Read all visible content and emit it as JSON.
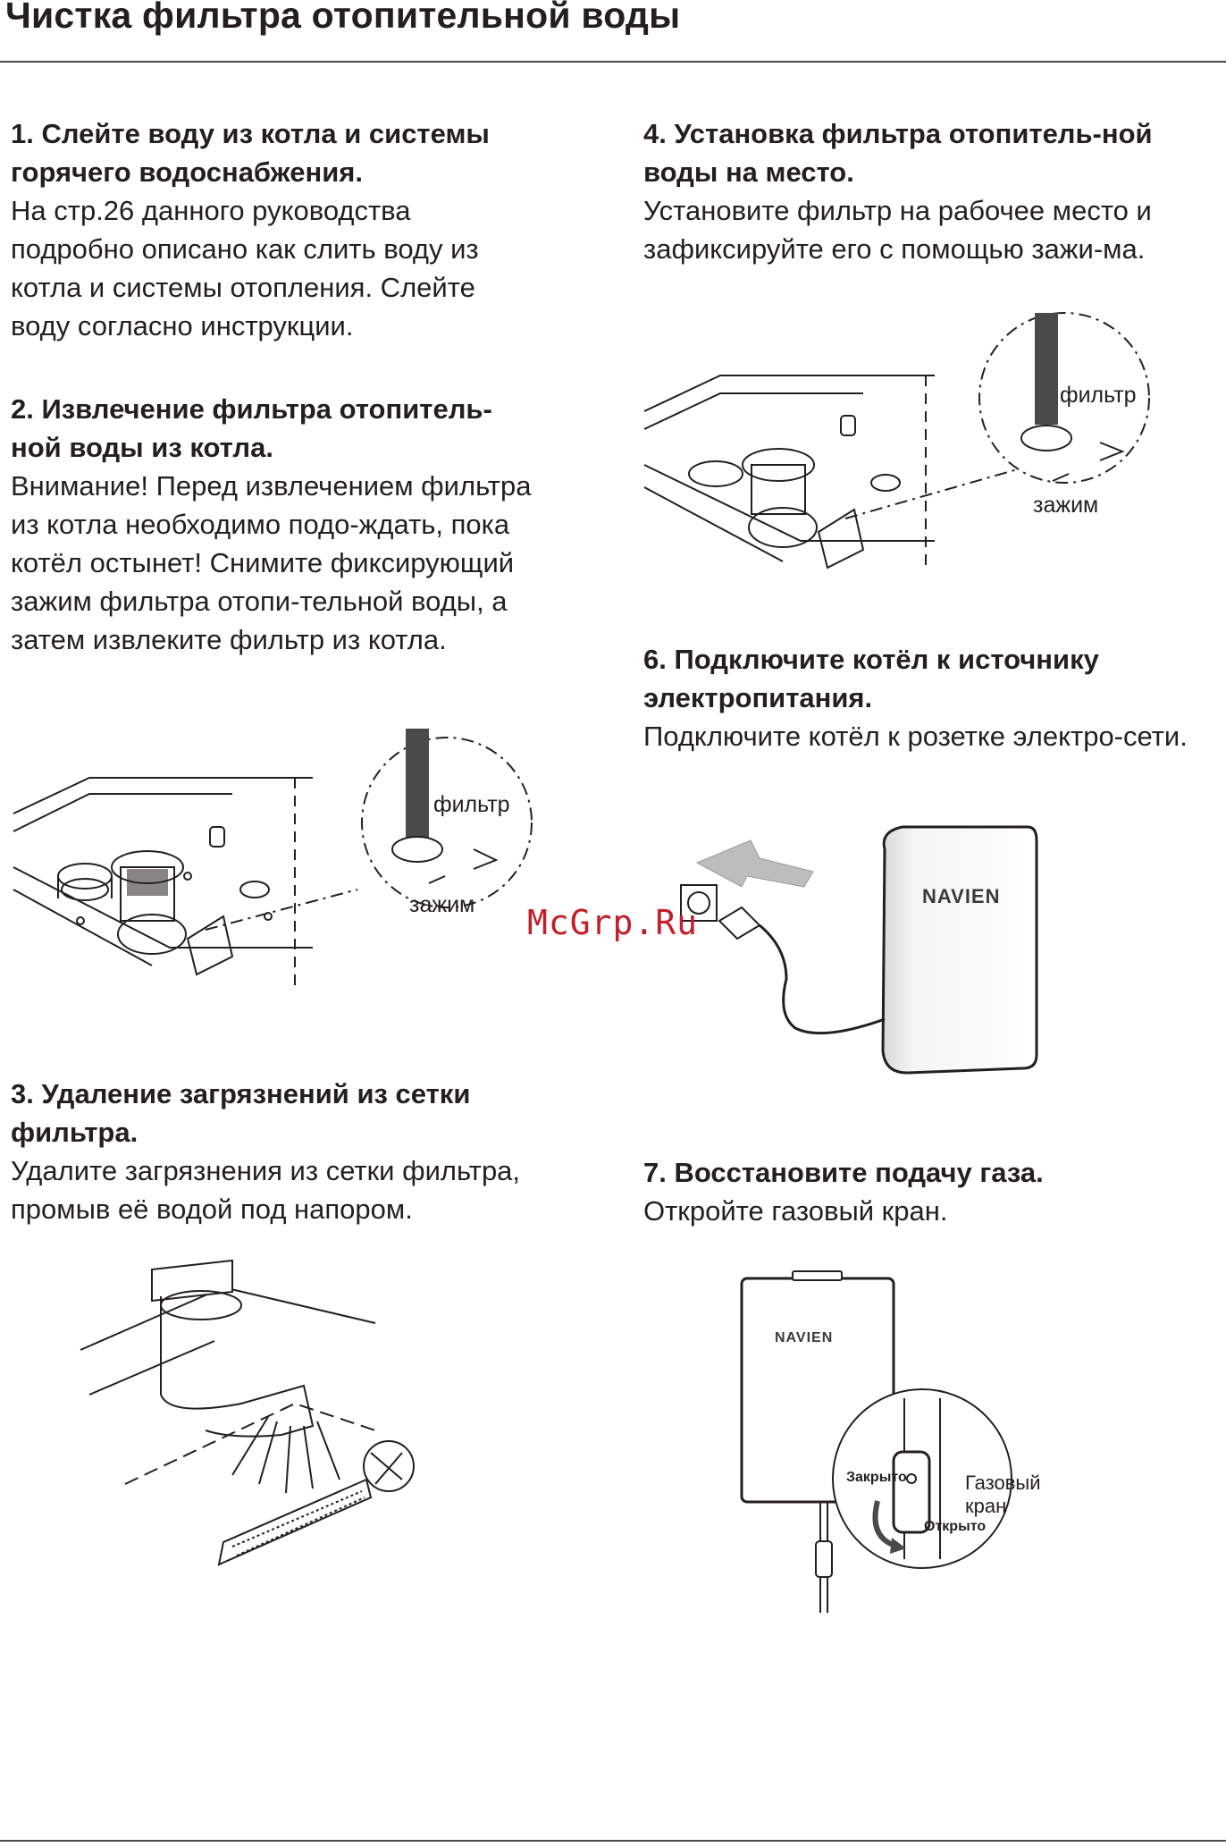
{
  "page": {
    "title": "Чистка фильтра отопительной воды"
  },
  "steps": [
    {
      "heading": "1. Слейте воду из котла и системы горячего водоснабжения.",
      "text": "На стр.26 данного руководства подробно описано как слить воду из котла и системы отопления. Слейте воду согласно инструкции."
    },
    {
      "heading": "2. Извлечение фильтра отопитель-ной воды из котла.",
      "text": "Внимание! Перед извлечением фильтра из котла необходимо подо-ждать, пока котёл остынет! Снимите фиксирующий зажим фильтра отопи-тельной воды, а затем извлеките фильтр из котла."
    },
    {
      "heading": "3. Удаление загрязнений из сетки фильтра.",
      "text": "Удалите загрязнения из сетки фильтра, промыв её водой под напором."
    },
    {
      "heading": "4. Установка фильтра отопитель-ной воды на место.",
      "text": "Установите фильтр на рабочее место и зафиксируйте его с помощью зажи-ма."
    },
    {
      "heading": "6. Подключите котёл к источнику электропитания.",
      "text": "Подключите котёл к розетке электро-сети."
    },
    {
      "heading": "7. Восстановите подачу газа.",
      "text": "Откройте газовый кран."
    }
  ],
  "figures": {
    "filter_remove": {
      "filter_label": "фильтр",
      "clamp_label": "зажим"
    },
    "filter_install": {
      "filter_label": "фильтр",
      "clamp_label": "зажим"
    },
    "power": {
      "brand": "NAVIEN"
    },
    "gas": {
      "brand": "NAVIEN",
      "closed_label": "Закрыто",
      "open_label": "Открыто",
      "valve_label_1": "Газовый",
      "valve_label_2": "кран"
    }
  },
  "watermark": "McGrp.Ru"
}
